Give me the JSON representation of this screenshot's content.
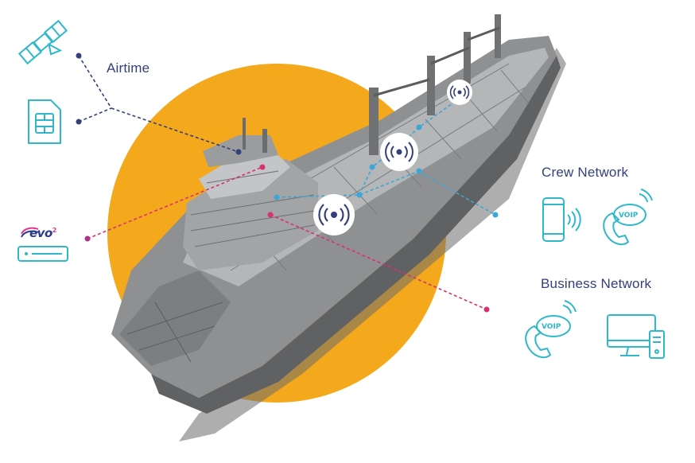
{
  "labels": {
    "airtime": "Airtime",
    "crew_network": "Crew Network",
    "business_network": "Business Network"
  },
  "brand": {
    "name": "evo",
    "superscript": "2"
  },
  "icons": {
    "voip_text": "VOIP",
    "left": [
      "satellite-icon",
      "sim-card-icon",
      "evo-router-icon"
    ],
    "crew": [
      "smartphone-icon",
      "voip-phone-icon"
    ],
    "business": [
      "voip-phone-icon",
      "desktop-computer-icon"
    ],
    "ship": [
      "wifi-signal-icon",
      "wifi-signal-icon",
      "wifi-signal-icon"
    ]
  },
  "colors": {
    "accent_orange": "#f4a81c",
    "line_navy": "#34407a",
    "line_magenta": "#d6336e",
    "line_cyan": "#3aa7d8",
    "icon_teal": "#2fb8cc",
    "label_navy": "#34407a"
  }
}
